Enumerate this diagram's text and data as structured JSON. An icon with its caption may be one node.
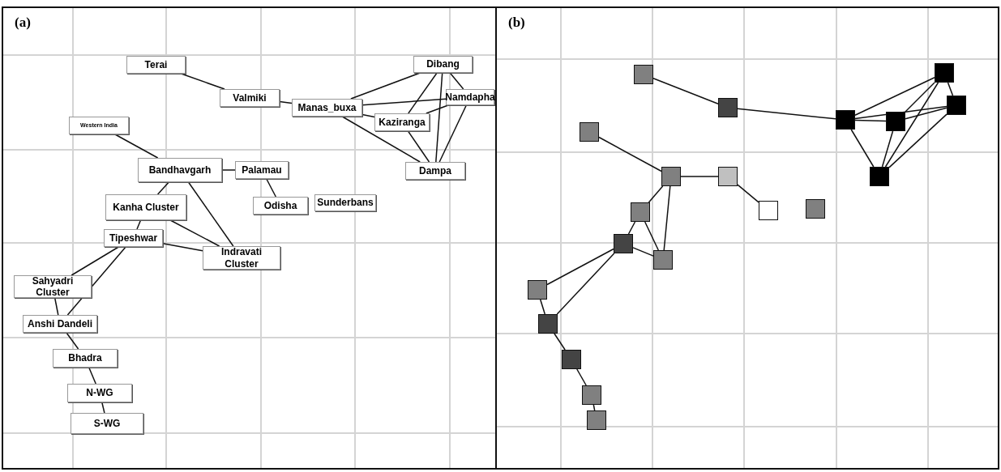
{
  "diagram": {
    "nodes": [
      {
        "text": [
          "(a)"
        ]
      },
      {
        "text": [
          "Terai"
        ],
        "in": 0
      },
      {
        "text": [
          "Dibang"
        ],
        "in": 0
      },
      {
        "text": [
          "Valmiki"
        ],
        "in": 0
      },
      {
        "text": [
          "Namdapha"
        ],
        "in": 0
      },
      {
        "text": [
          "Manas_buxa"
        ],
        "in": 0
      },
      {
        "text": [
          "Kaziranga"
        ],
        "in": 0
      },
      {
        "text": [
          "Western India"
        ],
        "in": 0
      },
      {
        "text": [
          "Bandhavgarh"
        ],
        "in": 0
      },
      {
        "text": [
          "Palamau"
        ],
        "in": 0
      },
      {
        "text": [
          "Dampa"
        ],
        "in": 0
      },
      {
        "text": [
          "Kanha Cluster"
        ],
        "in": 0
      },
      {
        "text": [
          "Sunderbans"
        ],
        "in": 0
      },
      {
        "text": [
          "Odisha"
        ],
        "in": 0
      },
      {
        "text": [
          "Tipeshwar"
        ],
        "in": 0
      },
      {
        "text": [
          "Indravati Cluster"
        ],
        "in": 0
      },
      {
        "text": [
          "Sahyadri Cluster"
        ],
        "in": 0
      },
      {
        "text": [
          "Anshi Dandeli"
        ],
        "in": 0
      },
      {
        "text": [
          "Bhadra"
        ],
        "in": 0
      },
      {
        "text": [
          "N-WG"
        ],
        "in": 0
      },
      {
        "text": [
          "S-WG"
        ],
        "in": 0
      },
      {
        "text": [
          "(b)"
        ]
      },
      {
        "text": [],
        "shape": "box",
        "in": 21
      },
      {
        "text": [],
        "shape": "box",
        "in": 21
      },
      {
        "text": [],
        "shape": "box",
        "in": 21
      },
      {
        "text": [],
        "shape": "box",
        "in": 21
      },
      {
        "text": [],
        "shape": "box",
        "in": 21
      },
      {
        "text": [],
        "shape": "box",
        "in": 21
      },
      {
        "text": [],
        "shape": "box",
        "in": 21
      },
      {
        "text": [],
        "shape": "box",
        "in": 21
      },
      {
        "text": [],
        "shape": "box",
        "in": 21
      },
      {
        "text": [],
        "shape": "box",
        "in": 21
      },
      {
        "text": [],
        "shape": "box",
        "in": 21
      },
      {
        "text": [],
        "shape": "box",
        "in": 21
      },
      {
        "text": [],
        "shape": "box",
        "in": 21
      },
      {
        "text": [],
        "shape": "box",
        "in": 21
      },
      {
        "text": [],
        "shape": "box",
        "in": 21
      },
      {
        "text": [],
        "shape": "box",
        "in": 21
      },
      {
        "text": [],
        "shape": "box",
        "in": 21
      },
      {
        "text": [],
        "shape": "box",
        "in": 21
      },
      {
        "text": [],
        "shape": "box",
        "in": 21
      },
      {
        "text": [],
        "shape": "box",
        "in": 21
      }
    ],
    "edges": [
      {
        "from": 1,
        "to": 3,
        "arrow": "none"
      },
      {
        "from": 3,
        "to": 5,
        "arrow": "none"
      },
      {
        "from": 5,
        "to": 2,
        "arrow": "none"
      },
      {
        "from": 5,
        "to": 6,
        "arrow": "none"
      },
      {
        "from": 5,
        "to": 4,
        "arrow": "none"
      },
      {
        "from": 6,
        "to": 2,
        "arrow": "none"
      },
      {
        "from": 6,
        "to": 4,
        "arrow": "none"
      },
      {
        "from": 2,
        "to": 4,
        "arrow": "none"
      },
      {
        "from": 5,
        "to": 10,
        "arrow": "none"
      },
      {
        "from": 6,
        "to": 10,
        "arrow": "none"
      },
      {
        "from": 2,
        "to": 10,
        "arrow": "none"
      },
      {
        "from": 4,
        "to": 10,
        "arrow": "none"
      },
      {
        "from": 7,
        "to": 8,
        "arrow": "none"
      },
      {
        "from": 8,
        "to": 9,
        "arrow": "none"
      },
      {
        "from": 9,
        "to": 13,
        "arrow": "none"
      },
      {
        "from": 8,
        "to": 11,
        "arrow": "none"
      },
      {
        "from": 8,
        "to": 15,
        "arrow": "none"
      },
      {
        "from": 11,
        "to": 14,
        "arrow": "none"
      },
      {
        "from": 11,
        "to": 15,
        "arrow": "none"
      },
      {
        "from": 14,
        "to": 15,
        "arrow": "none"
      },
      {
        "from": 14,
        "to": 16,
        "arrow": "none"
      },
      {
        "from": 14,
        "to": 17,
        "arrow": "none"
      },
      {
        "from": 16,
        "to": 17,
        "arrow": "none"
      },
      {
        "from": 17,
        "to": 18,
        "arrow": "none"
      },
      {
        "from": 18,
        "to": 19,
        "arrow": "none"
      },
      {
        "from": 19,
        "to": 20,
        "arrow": "none"
      },
      {
        "from": 23,
        "to": 25,
        "arrow": "none"
      },
      {
        "from": 25,
        "to": 26,
        "arrow": "none"
      },
      {
        "from": 26,
        "to": 22,
        "arrow": "none"
      },
      {
        "from": 26,
        "to": 27,
        "arrow": "none"
      },
      {
        "from": 26,
        "to": 24,
        "arrow": "none"
      },
      {
        "from": 27,
        "to": 22,
        "arrow": "none"
      },
      {
        "from": 27,
        "to": 24,
        "arrow": "none"
      },
      {
        "from": 22,
        "to": 24,
        "arrow": "none"
      },
      {
        "from": 26,
        "to": 31,
        "arrow": "none"
      },
      {
        "from": 27,
        "to": 31,
        "arrow": "none"
      },
      {
        "from": 22,
        "to": 31,
        "arrow": "none"
      },
      {
        "from": 24,
        "to": 31,
        "arrow": "none"
      },
      {
        "from": 28,
        "to": 29,
        "arrow": "none"
      },
      {
        "from": 29,
        "to": 30,
        "arrow": "none"
      },
      {
        "from": 30,
        "to": 33,
        "arrow": "none"
      },
      {
        "from": 29,
        "to": 34,
        "arrow": "none"
      },
      {
        "from": 29,
        "to": 36,
        "arrow": "none"
      },
      {
        "from": 34,
        "to": 35,
        "arrow": "none"
      },
      {
        "from": 34,
        "to": 36,
        "arrow": "none"
      },
      {
        "from": 35,
        "to": 36,
        "arrow": "none"
      },
      {
        "from": 35,
        "to": 37,
        "arrow": "none"
      },
      {
        "from": 35,
        "to": 38,
        "arrow": "none"
      },
      {
        "from": 37,
        "to": 38,
        "arrow": "none"
      },
      {
        "from": 38,
        "to": 39,
        "arrow": "none"
      },
      {
        "from": 39,
        "to": 40,
        "arrow": "none"
      },
      {
        "from": 40,
        "to": 41,
        "arrow": "none"
      }
    ]
  }
}
